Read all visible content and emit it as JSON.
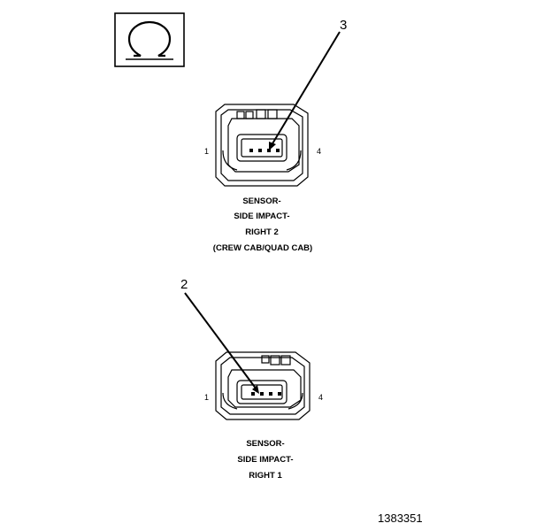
{
  "symbol": {
    "icon": "ohmmeter-icon",
    "glyph": "Ω"
  },
  "connector_top": {
    "callout": "3",
    "pin_left": "1",
    "pin_right": "4",
    "label_lines": [
      "SENSOR-",
      "SIDE IMPACT-",
      "RIGHT 2",
      "(CREW CAB/QUAD CAB)"
    ]
  },
  "connector_bottom": {
    "callout": "2",
    "pin_left": "1",
    "pin_right": "4",
    "label_lines": [
      "SENSOR-",
      "SIDE IMPACT-",
      "RIGHT 1"
    ]
  },
  "figure_number": "1383351"
}
